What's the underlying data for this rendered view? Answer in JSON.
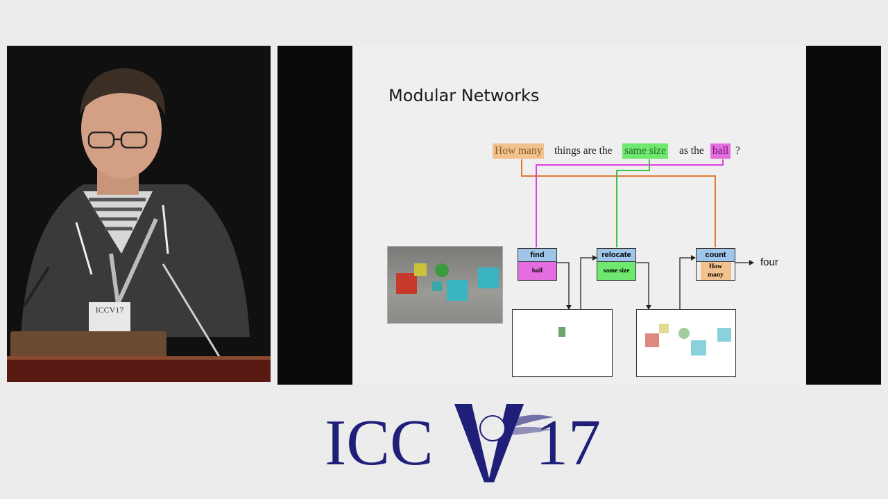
{
  "slide": {
    "title": "Modular Networks",
    "question": {
      "how_many": "How many",
      "middle": "things are the",
      "same_size": "same size",
      "as_the": "as the",
      "ball": "ball",
      "qmark": "?"
    },
    "modules": [
      {
        "name": "find",
        "arg": "ball"
      },
      {
        "name": "relocate",
        "arg": "same size"
      },
      {
        "name": "count",
        "arg": "How many"
      }
    ],
    "answer": "four"
  },
  "badge": {
    "logo": "ICCV17"
  },
  "logo": {
    "text_left": "ICC",
    "text_v": "V",
    "text_right": "17"
  },
  "colors": {
    "how_many": "#f2c28e",
    "same_size": "#6ee86e",
    "ball": "#e46ee0",
    "orange_line": "#e07a30",
    "green_line": "#3ec43e",
    "magenta_line": "#e03ee0",
    "module_blue": "#9fc5e8",
    "logo_navy": "#1f1f7a"
  }
}
